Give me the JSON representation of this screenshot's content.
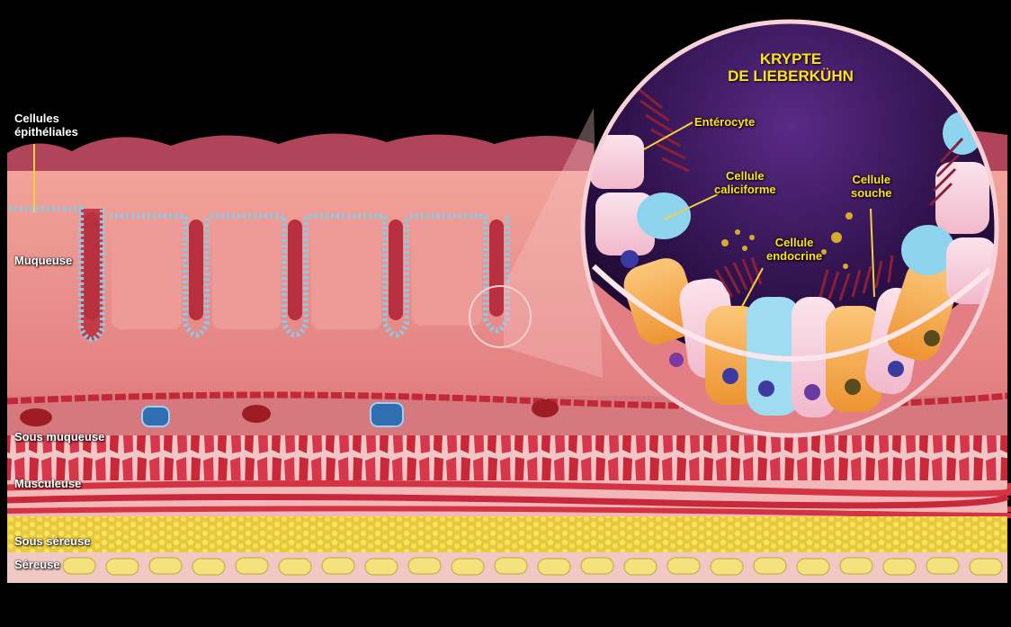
{
  "title": {
    "line1": "KRYPTE",
    "line2": "DE LIEBERKÜHN"
  },
  "layers": {
    "epithelium_line1": "Cellules",
    "epithelium_line2": "épithéliales",
    "mucosa": "Muqueuse",
    "submucosa": "Sous muqueuse",
    "muscularis": "Musculeuse",
    "subserosa": "Sous séreuse",
    "serosa": "Séreuse"
  },
  "cells": {
    "enterocyte": "Entérocyte",
    "goblet_line1": "Cellule",
    "goblet_line2": "caliciforme",
    "endocrine_line1": "Cellule",
    "endocrine_line2": "endocrine",
    "stem_line1": "Cellule",
    "stem_line2": "souche"
  },
  "colors": {
    "background": "#000000",
    "mucosa": "#e98a88",
    "muscle": "#c8283a",
    "fat": "#f2d84a",
    "title": "#fde21a",
    "magnifier_bg": "#3a1a5e"
  }
}
